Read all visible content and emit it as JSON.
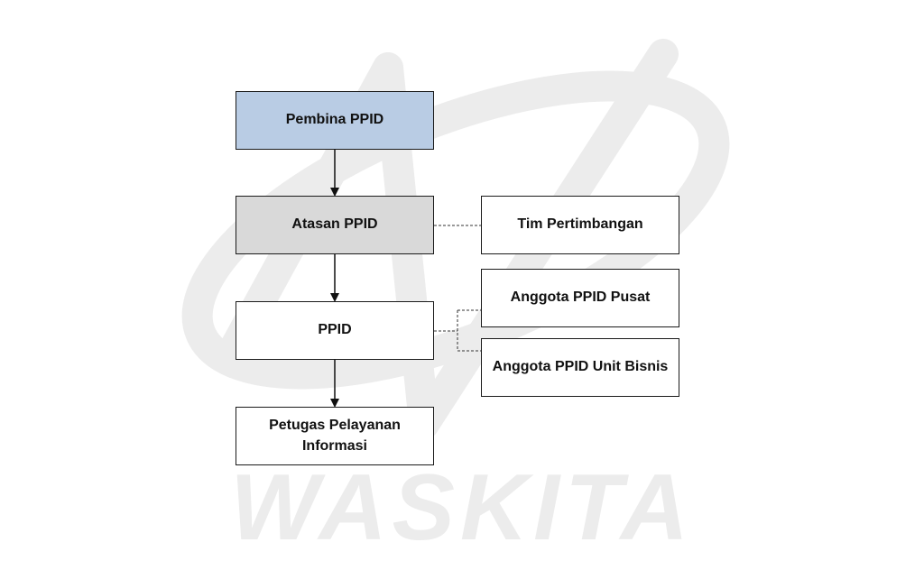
{
  "watermark": {
    "text": "WASKITA",
    "color": "#e6e6e6"
  },
  "colors": {
    "pembina_fill": "#b9cce4",
    "atasan_fill": "#d9d9d9",
    "border": "#1a1a1a"
  },
  "nodes": {
    "pembina": "Pembina PPID",
    "atasan": "Atasan PPID",
    "ppid": "PPID",
    "petugas": "Petugas Pelayanan Informasi",
    "tim": "Tim Pertimbangan",
    "pusat": "Anggota PPID Pusat",
    "unit": "Anggota PPID Unit Bisnis"
  }
}
